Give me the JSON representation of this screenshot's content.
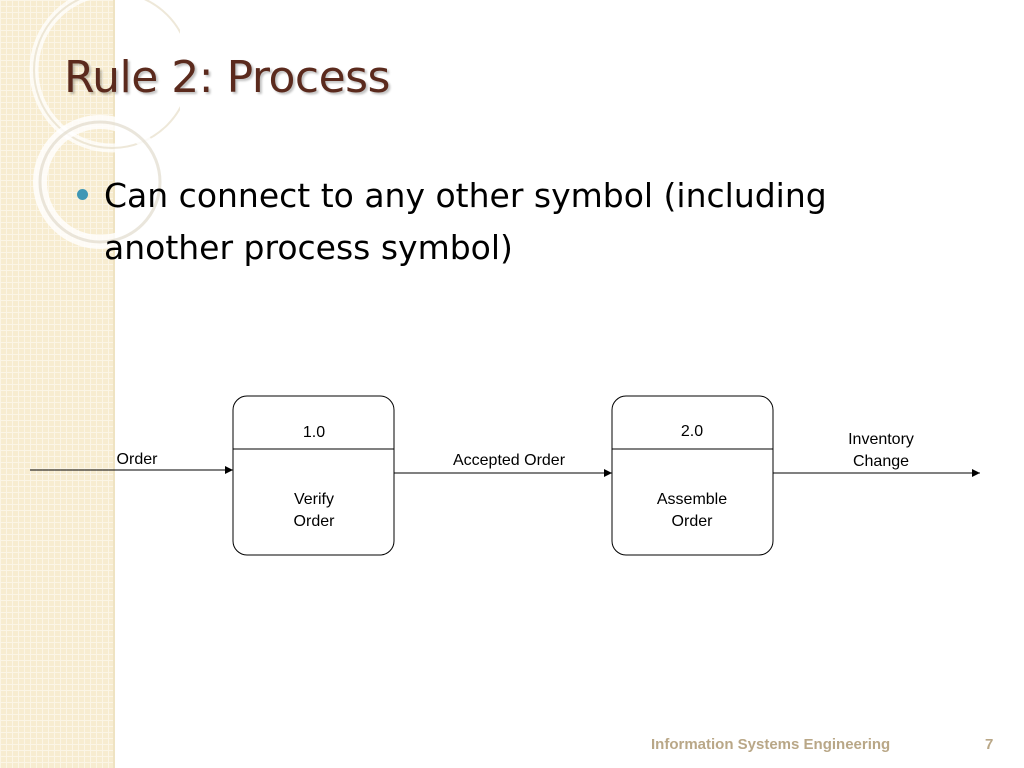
{
  "slide": {
    "title": "Rule 2: Process",
    "bullets": [
      "Can connect to any other symbol (including another process symbol)"
    ]
  },
  "diagram": {
    "processes": [
      {
        "id": "1.0",
        "line1": "Verify",
        "line2": "Order"
      },
      {
        "id": "2.0",
        "line1": "Assemble",
        "line2": "Order"
      }
    ],
    "flows": {
      "input": "Order",
      "between": "Accepted Order",
      "output_line1": "Inventory",
      "output_line2": "Change"
    }
  },
  "footer": {
    "text": "Information Systems Engineering",
    "page": "7"
  },
  "colors": {
    "title": "#5b2a1d",
    "bullet": "#3f97b5",
    "footer": "#b9a787",
    "sidebar": "#f7ecd0"
  }
}
